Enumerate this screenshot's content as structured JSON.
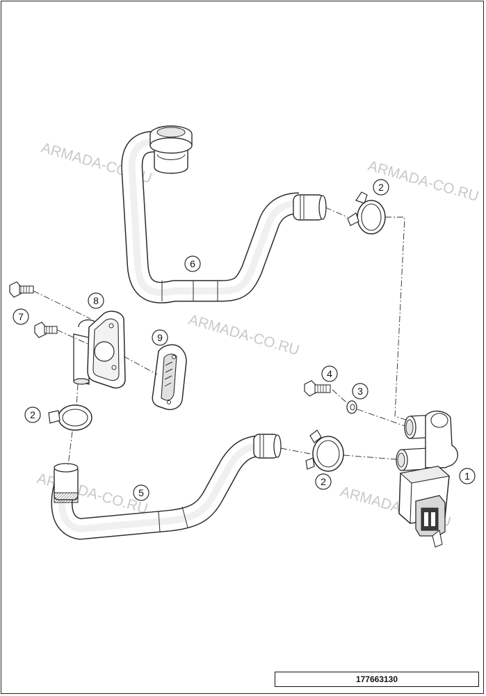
{
  "watermarks": [
    "ARMADA-CO.RU",
    "ARMADA-CO.RU",
    "ARMADA-CO.RU",
    "ARMADA-CO.RU",
    "ARMADA-CO.RU"
  ],
  "callouts": [
    "1",
    "2",
    "2",
    "2",
    "3",
    "4",
    "5",
    "6",
    "7",
    "8",
    "9"
  ],
  "reference_number": "177663130",
  "colors": {
    "line": "#2a2a2a",
    "part_fill": "#ffffff",
    "shade": "#e6e6e6",
    "dark": "#3a3a3a",
    "watermark": "#c9c9c9"
  }
}
